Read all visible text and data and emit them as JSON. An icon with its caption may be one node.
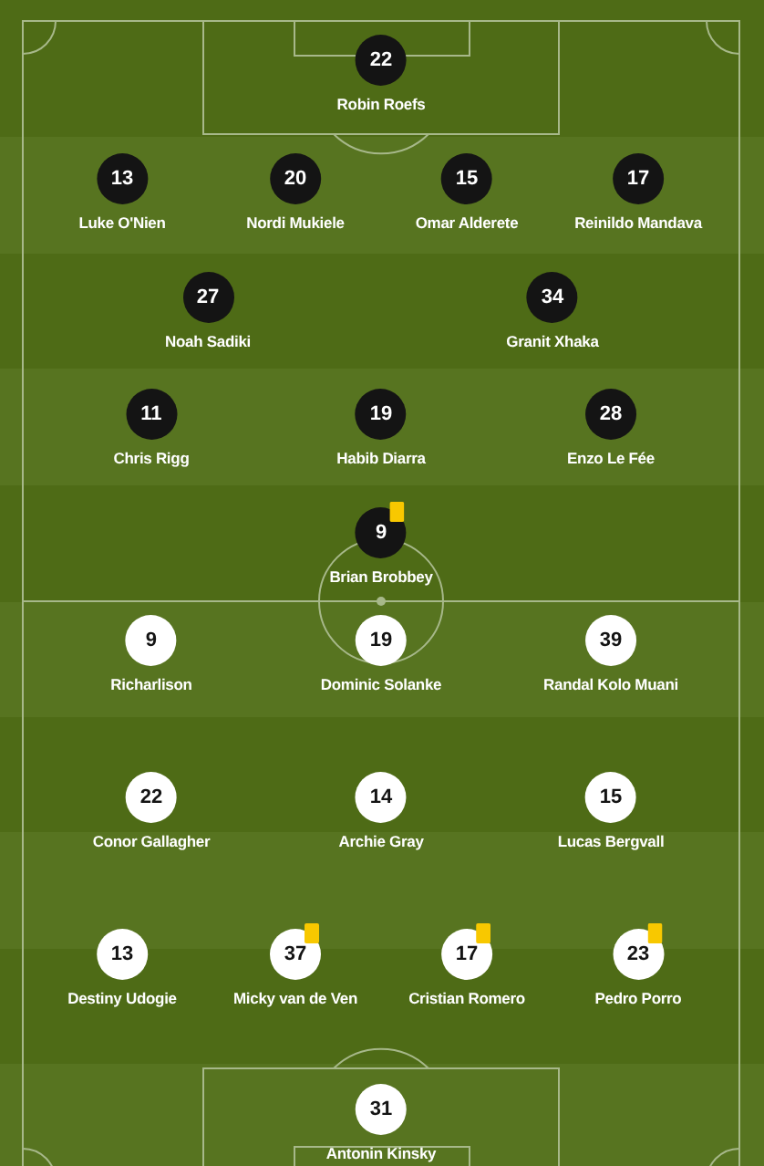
{
  "diagram": {
    "nodes": [
      {
        "text": [
          "22"
        ],
        "beside": [
          "Robin Roefs"
        ]
      },
      {
        "text": [
          "13"
        ],
        "beside": [
          "Luke O'Nien"
        ]
      },
      {
        "text": [
          "20"
        ],
        "beside": [
          "Nordi Mukiele"
        ]
      },
      {
        "text": [
          "15"
        ],
        "beside": [
          "Omar Alderete"
        ]
      },
      {
        "text": [
          "17"
        ],
        "beside": [
          "Reinildo Mandava"
        ]
      },
      {
        "text": [
          "27"
        ],
        "beside": [
          "Noah Sadiki"
        ]
      },
      {
        "text": [
          "34"
        ],
        "beside": [
          "Granit Xhaka"
        ]
      },
      {
        "text": [
          "11"
        ],
        "beside": [
          "Chris Rigg"
        ]
      },
      {
        "text": [
          "19"
        ],
        "beside": [
          "Habib Diarra"
        ]
      },
      {
        "text": [
          "28"
        ],
        "beside": [
          "Enzo Le Fée"
        ]
      },
      {
        "text": [
          "9"
        ],
        "beside": [
          "Brian Brobbey"
        ]
      },
      {
        "text": [
          "9"
        ],
        "beside": [
          "Richarlison"
        ]
      },
      {
        "text": [
          "19"
        ],
        "beside": [
          "Dominic Solanke"
        ]
      },
      {
        "text": [
          "39"
        ],
        "beside": [
          "Randal Kolo Muani"
        ]
      },
      {
        "text": [
          "22"
        ],
        "beside": [
          "Conor Gallagher"
        ]
      },
      {
        "text": [
          "14"
        ],
        "beside": [
          "Archie Gray"
        ]
      },
      {
        "text": [
          "15"
        ],
        "beside": [
          "Lucas Bergvall"
        ]
      },
      {
        "text": [
          "13"
        ],
        "beside": [
          "Destiny Udogie"
        ]
      },
      {
        "text": [
          "37"
        ],
        "beside": [
          "Micky van de Ven"
        ]
      },
      {
        "text": [
          "17"
        ],
        "beside": [
          "Cristian Romero"
        ]
      },
      {
        "text": [
          "23"
        ],
        "beside": [
          "Pedro Porro"
        ]
      },
      {
        "text": [
          "31"
        ],
        "beside": [
          "Antonin Kinsky"
        ]
      }
    ],
    "edges": []
  }
}
